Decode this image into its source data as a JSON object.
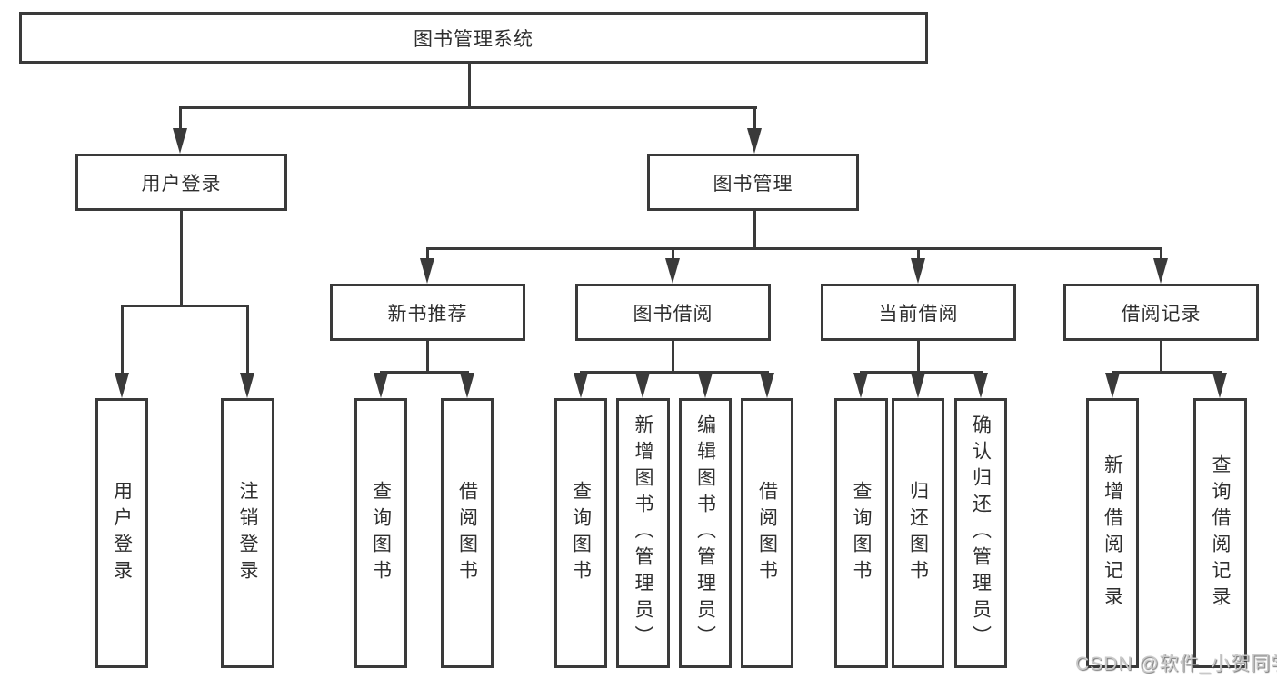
{
  "diagram": {
    "root": {
      "label": "图书管理系统",
      "children": [
        {
          "label": "用户登录",
          "children": [
            {
              "label": "用户登录"
            },
            {
              "label": "注销登录"
            }
          ]
        },
        {
          "label": "图书管理",
          "children": [
            {
              "label": "新书推荐",
              "children": [
                {
                  "label": "查询图书"
                },
                {
                  "label": "借阅图书"
                }
              ]
            },
            {
              "label": "图书借阅",
              "children": [
                {
                  "label": "查询图书"
                },
                {
                  "label": "新增图书（管理员）"
                },
                {
                  "label": "编辑图书（管理员）"
                },
                {
                  "label": "借阅图书"
                }
              ]
            },
            {
              "label": "当前借阅",
              "children": [
                {
                  "label": "查询图书"
                },
                {
                  "label": "归还图书"
                },
                {
                  "label": "确认归还（管理员）"
                }
              ]
            },
            {
              "label": "借阅记录",
              "children": [
                {
                  "label": "新增借阅记录"
                },
                {
                  "label": "查询借阅记录"
                }
              ]
            }
          ]
        }
      ]
    },
    "watermark": "CSDN @软件_小贺同学",
    "colors": {
      "line": "#3a3a3a",
      "text": "#2f2f2f",
      "watermark": "#c9c9c9",
      "background": "#ffffff"
    }
  }
}
